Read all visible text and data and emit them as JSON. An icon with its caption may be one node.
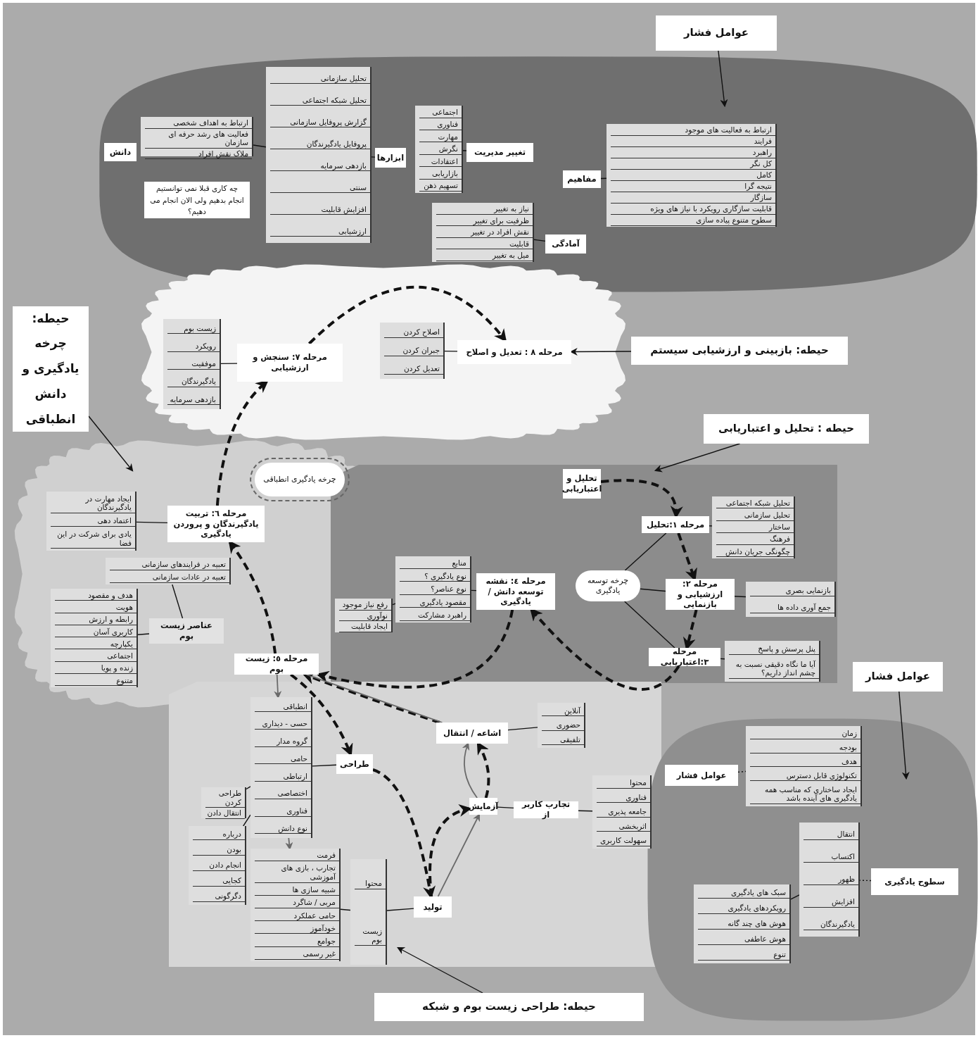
{
  "diagram": {
    "nodes": [
      {
        "text": [],
        "shape": "cloud"
      },
      {
        "text": [
          "عوامل فشار"
        ]
      },
      {
        "text": [
          "دانش"
        ],
        "in": 0
      },
      {
        "text": [
          "ارتباط به اهداف شخصی",
          "فعالیت های رشد حرفه ای سازمان",
          "ملاک نقش افراد"
        ],
        "in": 0
      },
      {
        "text": [
          "چه کاری قبلا نمی توانستیم انجام بدهیم ولی الان انجام می دهیم؟"
        ],
        "in": 0
      },
      {
        "text": [
          "تحلیل سازمانی",
          "تحلیل شبکه اجتماعی",
          "گزارش پروفایل سازمانی",
          "پروفایل یادگیرندگان",
          "بازدهی سرمایه",
          "سنتی",
          "افزایش قابلیت",
          "ارزشیابی"
        ],
        "in": 0
      },
      {
        "text": [
          "ابزارها"
        ],
        "in": 0
      },
      {
        "text": [
          "اجتماعی",
          "فناوری",
          "مهارت",
          "نگرش",
          "اعتقادات",
          "بازاریابی",
          "تسهیم ذهن"
        ],
        "in": 0
      },
      {
        "text": [
          "تغییر مدیریت"
        ],
        "in": 0
      },
      {
        "text": [
          "نیاز به تغییر",
          "ظرفیت برای تغییر",
          "نقش افراد در تغییر",
          "قابلیت",
          "میل به تغییر"
        ],
        "in": 0
      },
      {
        "text": [
          "آمادگی"
        ],
        "in": 0
      },
      {
        "text": [
          "مفاهیم"
        ],
        "in": 0
      },
      {
        "text": [
          "ارتباط به فعالیت های موجود",
          "فرایند",
          "راهبرد",
          "کل نگر",
          "کامل",
          "نتیجه گرا",
          "سازگار",
          "قابلیت سازگاری رویکرد با نیاز های ویژه",
          "سطوح متنوع پیاده سازی"
        ],
        "in": 0
      },
      {
        "text": [],
        "shape": "cloud"
      },
      {
        "text": [
          "حیطه: بازبینی و ارزشیابی سیستم"
        ]
      },
      {
        "text": [
          "مرحله ۸ : تعدیل و اصلاح"
        ],
        "in": 13
      },
      {
        "text": [
          "اصلاح کردن",
          "جبران کردن",
          "تعدیل کردن"
        ],
        "in": 13
      },
      {
        "text": [
          "مرحله ۷: سنجش و ارزشیابی"
        ],
        "in": 13
      },
      {
        "text": [
          "زیست بوم",
          "رویکرد",
          "موفقیت",
          "یادگیرندگان",
          "بازدهی سرمایه"
        ],
        "in": 13
      },
      {
        "text": [
          "حیطه: چرخه یادگیری و دانش انطباقی"
        ]
      },
      {
        "text": [],
        "shape": "cloud"
      },
      {
        "text": [
          "چرخه یادگیری انطباقی"
        ],
        "in": 20
      },
      {
        "text": [
          "مرحله ٦: تربیت یادگیرندگان و پروردن یادگیری"
        ],
        "in": 20
      },
      {
        "text": [
          "ایجاد مهارت در یادگیرندگان",
          "اعتماد دهی",
          "یادی برای شرکت در این فضا"
        ],
        "in": 20
      },
      {
        "text": [
          "تعبیه در فرایندهای سازمانی",
          "تعبیه در عادات سازمانی"
        ],
        "in": 20
      },
      {
        "text": [
          "عناصر زیست بوم"
        ],
        "in": 20
      },
      {
        "text": [
          "هدف و مقصود",
          "هویت",
          "رابطه و ارزش",
          "کاربری آسان",
          "یکپارچه",
          "اجتماعی",
          "زنده و پویا",
          "متنوع"
        ],
        "in": 20
      },
      {
        "text": [
          "مرحله ٥: زیست بوم"
        ],
        "in": 20
      },
      {
        "text": [
          "حیطه : تحلیل و اعتباریابی"
        ]
      },
      {
        "text": [],
        "shape": "box"
      },
      {
        "text": [
          "تحلیل و اعتباریابی"
        ],
        "in": 29
      },
      {
        "text": [
          "مرحله ۱:تحلیل"
        ],
        "in": 29
      },
      {
        "text": [
          "تحلیل شبکه اجتماعی",
          "تحلیل سازمانی",
          "ساختار",
          "فرهنگ",
          "چگونگی جریان دانش"
        ],
        "in": 29
      },
      {
        "text": [
          "چرخه توسعه یادگیری"
        ],
        "in": 29
      },
      {
        "text": [
          "مرحله ۲: ارزشیابی و بازنمایی"
        ],
        "in": 29
      },
      {
        "text": [
          "بازنمایی بصری",
          "جمع آوری داده ها"
        ],
        "in": 29
      },
      {
        "text": [
          "مرحله ۳:اعتباریابی"
        ],
        "in": 29
      },
      {
        "text": [
          "پنل پرسش و پاسخ",
          "آیا ما نگاه دقیقی نسبت به چشم انداز داریم؟"
        ],
        "in": 29
      },
      {
        "text": [
          "مرحله ٤: نقشه توسعه دانش / یادگیری"
        ],
        "in": 29
      },
      {
        "text": [
          "منابع",
          "نوع یادگیری ؟",
          "نوع عناصر؟",
          "مقصود یادگیری",
          "راهبرد مشارکت"
        ],
        "in": 29
      },
      {
        "text": [
          "رفع نیاز موجود",
          "نوآوری",
          "ایجاد قابلیت"
        ],
        "in": 29
      },
      {
        "text": [],
        "shape": "box"
      },
      {
        "text": [
          "انطباقی",
          "حسی - دیداری",
          "گروه مدار",
          "حامی",
          "ارتباطی",
          "اختصاصی",
          "فناوری",
          "نوع دانش"
        ],
        "in": 41
      },
      {
        "text": [
          "طراحی کردن",
          "انتقال دادن"
        ],
        "in": 41
      },
      {
        "text": [
          "درباره",
          "بودن",
          "انجام دادن",
          "کجایی",
          "دگرگونی"
        ],
        "in": 41
      },
      {
        "text": [
          "طراحی"
        ],
        "in": 41
      },
      {
        "text": [
          "اشاعه / انتقال"
        ],
        "in": 41
      },
      {
        "text": [
          "آنلاین",
          "حضوری",
          "تلفیقی"
        ],
        "in": 41
      },
      {
        "text": [
          "آزمایش"
        ],
        "in": 41
      },
      {
        "text": [
          "تجارب کاربر از"
        ],
        "in": 41
      },
      {
        "text": [
          "محتوا",
          "فناوری",
          "جامعه پذیری",
          "اثربخشی",
          "سهولت کاربری"
        ],
        "in": 41
      },
      {
        "text": [
          "تولید"
        ],
        "in": 41
      },
      {
        "text": [
          "محتوا",
          "زیست بوم"
        ],
        "in": 41
      },
      {
        "text": [
          "فرمت",
          "تجارب ، بازی های آموزشی",
          "شبیه سازی ها",
          "مربی / شاگرد",
          "حامی عملکرد",
          "خودآموز",
          "جوامع",
          "غیر رسمی"
        ],
        "in": 41
      },
      {
        "text": [
          "حیطه: طراحی زیست بوم و شبکه"
        ]
      },
      {
        "text": [],
        "shape": "cloud"
      },
      {
        "text": [
          "عوامل فشار"
        ]
      },
      {
        "text": [
          "عوامل فشار"
        ],
        "in": 55
      },
      {
        "text": [
          "زمان",
          "بودجه",
          "هدف",
          "تکنولوژی قابل دسترس",
          "ایجاد ساختاری که مناسب همه یادگیری های آینده باشد"
        ],
        "in": 55
      },
      {
        "text": [
          "سطوح یادگیری"
        ],
        "in": 55
      },
      {
        "text": [
          "انتقال",
          "اکتساب",
          "ظهور",
          "افزایش",
          "یادگیرندگان"
        ],
        "in": 55
      },
      {
        "text": [
          "سبک های یادگیری",
          "رویکردهای یادگیری",
          "هوش های چند گانه",
          "هوش عاطفی",
          "تنوع"
        ],
        "in": 55
      }
    ],
    "edges": [
      {
        "from": 1,
        "to": 0,
        "arrow": "to"
      },
      {
        "from": 14,
        "to": 15,
        "arrow": "to"
      },
      {
        "from": 19,
        "to": 20,
        "arrow": "to"
      },
      {
        "from": 28,
        "to": 29,
        "arrow": "to"
      },
      {
        "from": 54,
        "to": 41,
        "arrow": "to"
      },
      {
        "from": 56,
        "to": 55,
        "arrow": "to"
      },
      {
        "from": 6,
        "to": 5,
        "arrow": "none"
      },
      {
        "from": 5,
        "to": 3,
        "arrow": "none"
      },
      {
        "from": 8,
        "to": 7,
        "arrow": "none"
      },
      {
        "from": 10,
        "to": 9,
        "arrow": "none"
      },
      {
        "from": 11,
        "to": 12,
        "arrow": "none"
      },
      {
        "from": 15,
        "to": 16,
        "arrow": "none"
      },
      {
        "from": 17,
        "to": 18,
        "arrow": "none"
      },
      {
        "from": 22,
        "to": 23,
        "arrow": "none"
      },
      {
        "from": 25,
        "to": 24,
        "arrow": "none"
      },
      {
        "from": 25,
        "to": 26,
        "arrow": "none"
      },
      {
        "from": 31,
        "to": 32,
        "arrow": "none"
      },
      {
        "from": 33,
        "to": 31,
        "arrow": "none"
      },
      {
        "from": 33,
        "to": 34,
        "arrow": "none"
      },
      {
        "from": 33,
        "to": 36,
        "arrow": "none"
      },
      {
        "from": 34,
        "to": 35,
        "arrow": "none"
      },
      {
        "from": 36,
        "to": 37,
        "arrow": "none"
      },
      {
        "from": 38,
        "to": 39,
        "arrow": "none"
      },
      {
        "from": 39,
        "to": 40,
        "arrow": "none"
      },
      {
        "from": 42,
        "to": 45,
        "arrow": "none"
      },
      {
        "from": 42,
        "to": 43,
        "arrow": "none"
      },
      {
        "from": 42,
        "to": 44,
        "arrow": "none"
      },
      {
        "from": 46,
        "to": 47,
        "arrow": "none"
      },
      {
        "from": 48,
        "to": 49,
        "arrow": "none"
      },
      {
        "from": 49,
        "to": 50,
        "arrow": "none"
      },
      {
        "from": 51,
        "to": 52,
        "arrow": "none"
      },
      {
        "from": 52,
        "to": 53,
        "arrow": "none"
      },
      {
        "from": 60,
        "to": 61,
        "arrow": "none"
      },
      {
        "from": 57,
        "to": 58,
        "arrow": "none",
        "style": "dashed"
      },
      {
        "from": 59,
        "to": 60,
        "arrow": "none",
        "style": "dashed"
      },
      {
        "from": 17,
        "to": 15,
        "arrow": "to",
        "style": "dashed"
      },
      {
        "from": 27,
        "to": 22,
        "arrow": "to",
        "style": "dashed"
      },
      {
        "from": 22,
        "to": 17,
        "arrow": "to",
        "style": "dashed"
      },
      {
        "from": 30,
        "to": 31,
        "arrow": "to",
        "style": "dashed"
      },
      {
        "from": 31,
        "to": 34,
        "arrow": "to",
        "style": "dashed"
      },
      {
        "from": 34,
        "to": 36,
        "arrow": "to",
        "style": "dashed"
      },
      {
        "from": 36,
        "to": 38,
        "arrow": "to",
        "style": "dashed"
      },
      {
        "from": 38,
        "to": 27,
        "arrow": "to",
        "style": "dashed"
      },
      {
        "from": 27,
        "to": 45,
        "arrow": "to",
        "style": "dashed"
      },
      {
        "from": 45,
        "to": 51,
        "arrow": "to",
        "style": "dashed"
      },
      {
        "from": 51,
        "to": 48,
        "arrow": "to",
        "style": "dashed"
      },
      {
        "from": 48,
        "to": 46,
        "arrow": "to",
        "style": "dashed"
      },
      {
        "from": 46,
        "to": 27,
        "arrow": "to",
        "style": "dashed"
      },
      {
        "from": 27,
        "to": 42,
        "arrow": "to",
        "color": "#6a6a6a"
      },
      {
        "from": 42,
        "to": 53,
        "arrow": "to",
        "color": "#6a6a6a"
      },
      {
        "from": 51,
        "to": 48,
        "arrow": "to",
        "color": "#6a6a6a"
      },
      {
        "from": 48,
        "to": 46,
        "arrow": "to",
        "color": "#6a6a6a"
      },
      {
        "from": 46,
        "to": 27,
        "arrow": "none",
        "color": "#6a6a6a"
      }
    ]
  }
}
